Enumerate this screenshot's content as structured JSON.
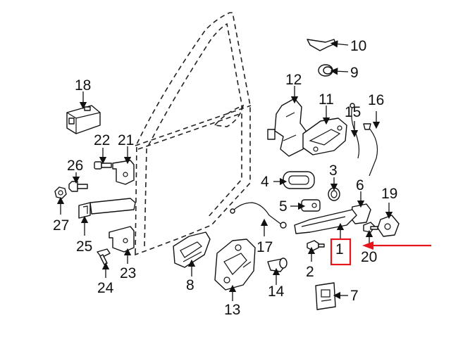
{
  "callouts": {
    "c1": "1",
    "c2": "2",
    "c3": "3",
    "c4": "4",
    "c5": "5",
    "c6": "6",
    "c7": "7",
    "c8": "8",
    "c9": "9",
    "c10": "10",
    "c11": "11",
    "c12": "12",
    "c13": "13",
    "c14": "14",
    "c15": "15",
    "c16": "16",
    "c17": "17",
    "c18": "18",
    "c19": "19",
    "c20": "20",
    "c21": "21",
    "c22": "22",
    "c23": "23",
    "c24": "24",
    "c25": "25",
    "c26": "26",
    "c27": "27"
  },
  "highlight": {
    "callout": "1",
    "color": "#e8141b"
  },
  "pointer_arrow": {
    "color": "#e8141b"
  },
  "line_color": "#111111"
}
